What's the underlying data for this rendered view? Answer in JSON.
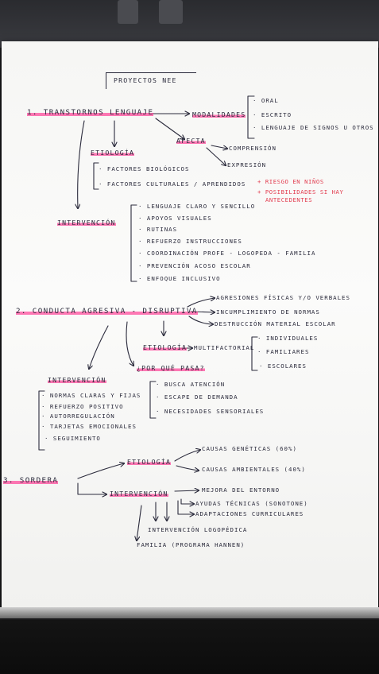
{
  "title": "PROYECTOS NEE",
  "s1": {
    "heading": "1. TRANSTORNOS LENGUAJE",
    "modalidades": "MODALIDADES",
    "modalidades_items": [
      "· ORAL",
      "· ESCRITO",
      "· LENGUAJE DE SIGNOS U OTROS"
    ],
    "afecta": "AFECTA",
    "afecta_items": [
      "COMPRENSIÓN",
      "EXPRESIÓN"
    ],
    "etiologia": "Etiología",
    "etiologia_items": [
      "· FACTORES BIOLÓGICOS",
      "· FACTORES CULTURALES / APRENDIDOS"
    ],
    "notes": [
      "+ RIESGO EN NIÑOS",
      "+ POSIBILIDADES SI HAY",
      "ANTECEDENTES"
    ],
    "intervencion": "INTERVENCIÓN",
    "intervencion_items": [
      "· LENGUAJE CLARO Y SENCILLO",
      "· APOYOS VISUALES",
      "· RUTINAS",
      "· REFUERZO INSTRUCCIONES",
      "· COORDINACIÓN PROFE - LOGOPEDA - FAMILIA",
      "· PREVENCIÓN ACOSO ESCOLAR",
      "· ENFOQUE INCLUSIVO"
    ]
  },
  "s2": {
    "heading": "2. CONDUCTA AGRESIVA - DISRUPTIVA",
    "effects": [
      "AGRESIONES FÍSICAS Y/O VERBALES",
      "INCUMPLIMIENTO DE NORMAS",
      "DESTRUCCIÓN MATERIAL ESCOLAR"
    ],
    "etiologia": "Etiología",
    "multifactorial": "MULTIFACTORIAL",
    "factors": [
      "· INDIVIDUALES",
      "· FAMILIARES",
      "· ESCOLARES"
    ],
    "porque": "¿POR QUÉ PASA?",
    "porque_items": [
      "· BUSCA ATENCIÓN",
      "· ESCAPE DE DEMANDA",
      "· NECESIDADES SENSORIALES"
    ],
    "intervencion": "INTERVENCIÓN",
    "intervencion_items": [
      "· NORMAS CLARAS Y FIJAS",
      "· REFUERZO POSITIVO",
      "· AUTORREGULACIÓN",
      "· TARJETAS EMOCIONALES",
      "· SEGUIMIENTO"
    ]
  },
  "s3": {
    "heading": "3. SORDERA",
    "etiologia": "Etiología",
    "etiologia_items": [
      "CAUSAS GENÉTICAS (60%)",
      "CAUSAS AMBIENTALES (40%)"
    ],
    "intervencion": "INTERVENCIÓN",
    "intervencion_items": [
      "MEJORA DEL ENTORNO",
      "AYUDAS TÉCNICAS (SONOTONE)",
      "ADAPTACIONES CURRICULARES",
      "INTERVENCIÓN LOGOPÉDICA",
      "FAMILIA (PROGRAMA HANNEN)"
    ]
  }
}
